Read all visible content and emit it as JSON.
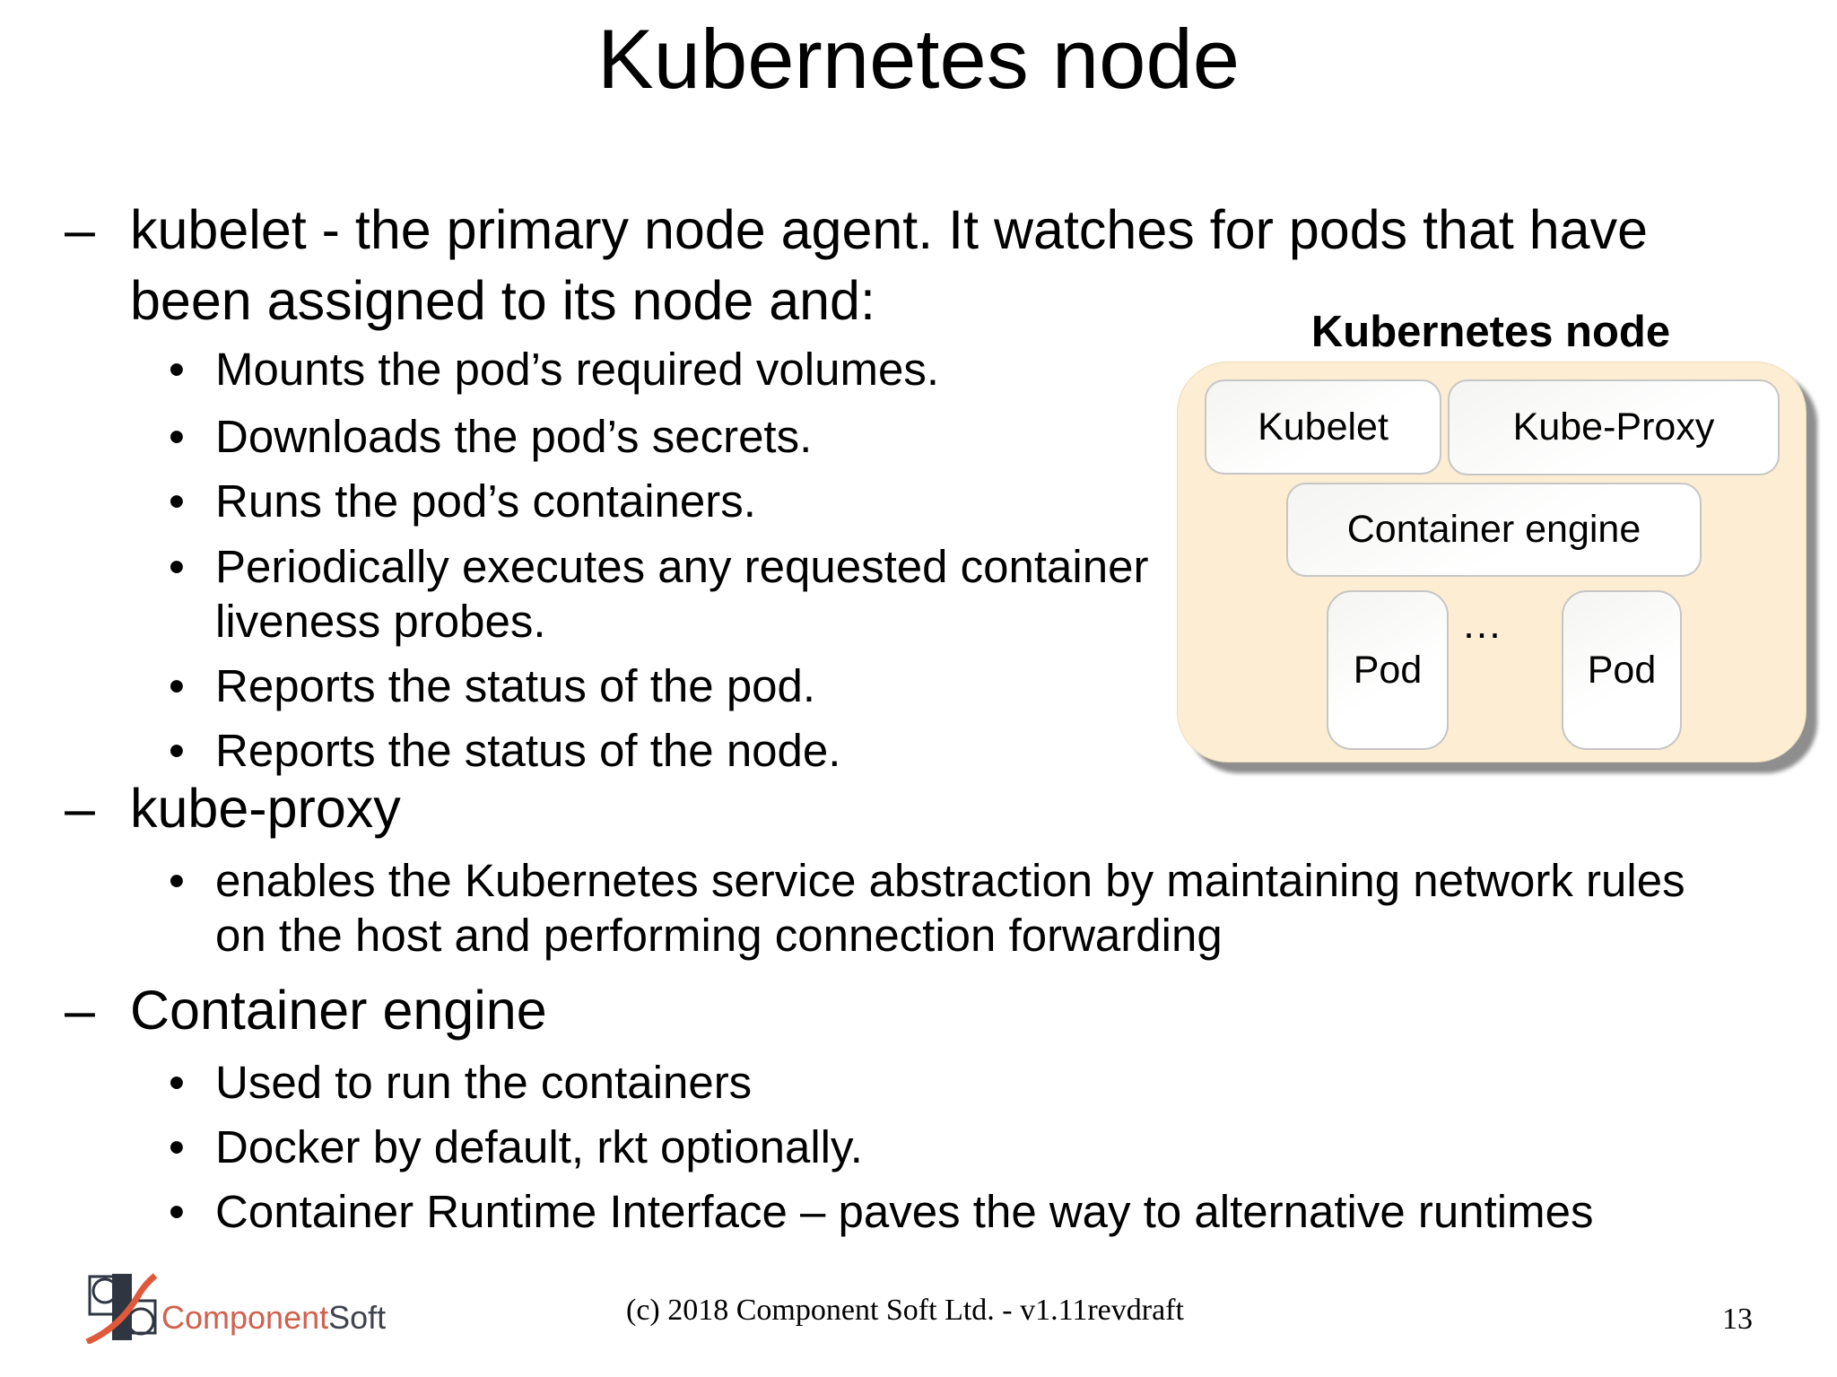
{
  "slide": {
    "title": "Kubernetes node",
    "page_number": "13",
    "footer": {
      "copyright": "(c) 2018 Component Soft Ltd. - v1.11revdraft"
    },
    "logo": {
      "component": "Component",
      "soft": "Soft"
    }
  },
  "markers": {
    "dash": "–",
    "bullet": "•"
  },
  "content": {
    "sections": [
      {
        "heading": "kubelet - the primary node agent. It watches for pods that have been assigned to its node and:",
        "bullets": [
          "Mounts the pod’s required volumes.",
          "Downloads the pod’s secrets.",
          "Runs the pod’s containers.",
          "Periodically executes any requested container liveness probes.",
          "Reports the status of the pod.",
          "Reports the status of the node."
        ]
      },
      {
        "heading": "kube-proxy",
        "bullets": [
          "enables the Kubernetes service abstraction by maintaining network rules on the host and performing connection forwarding"
        ]
      },
      {
        "heading": "Container engine",
        "bullets": [
          "Used to run the containers",
          "Docker by default, rkt optionally.",
          "Container Runtime Interface – paves the way to alternative runtimes"
        ]
      }
    ]
  },
  "diagram": {
    "title": "Kubernetes node",
    "boxes": {
      "kubelet": "Kubelet",
      "kube_proxy": "Kube-Proxy",
      "container_engine": "Container engine",
      "pod_left": "Pod",
      "pod_right": "Pod"
    },
    "ellipsis": "...",
    "colors": {
      "node_fill": "#FCEDD3",
      "node_border": "#EBDCBB",
      "inner_box_border": "#C6C6C6",
      "shadow": "#8E8E8E",
      "logo_component": "#D2604E",
      "logo_soft": "#3F434E"
    }
  }
}
